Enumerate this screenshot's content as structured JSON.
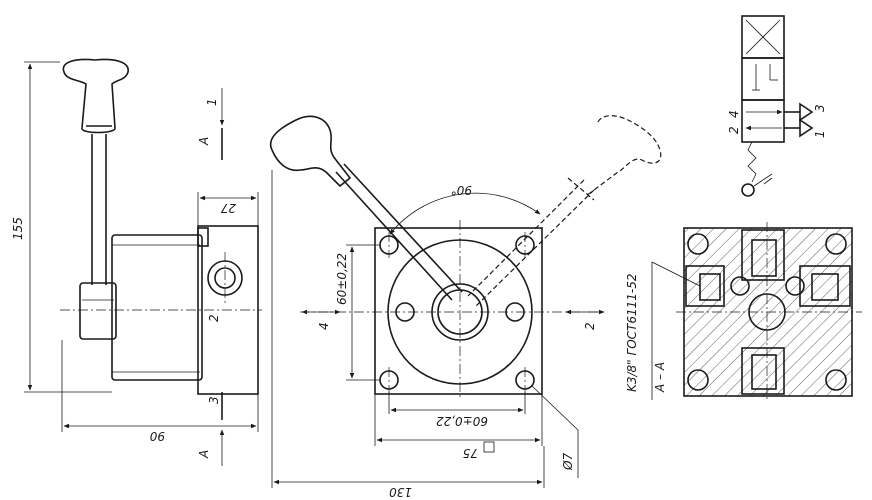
{
  "dimensions": {
    "height_total": "155",
    "handle_offset": "27",
    "side_length": "90",
    "hole_spacing_vertical": "60±0,22",
    "hole_spacing_horizontal": "60±0,22",
    "square_size": "75",
    "overall_width": "130",
    "hole_diameter": "Ø7",
    "rotation_angle": "90°"
  },
  "positions": {
    "p1": "1",
    "p2_side": "2",
    "p3_side": "3",
    "p2_front": "2",
    "p4_front": "4"
  },
  "section": {
    "view_mark_top": "A",
    "view_mark_bottom": "A",
    "label": "A – A",
    "thread_note": "K3/8\" ГОСТ6111-52"
  },
  "schematic": {
    "port_2": "2",
    "port_4": "4",
    "port_1": "1",
    "port_3": "3"
  }
}
